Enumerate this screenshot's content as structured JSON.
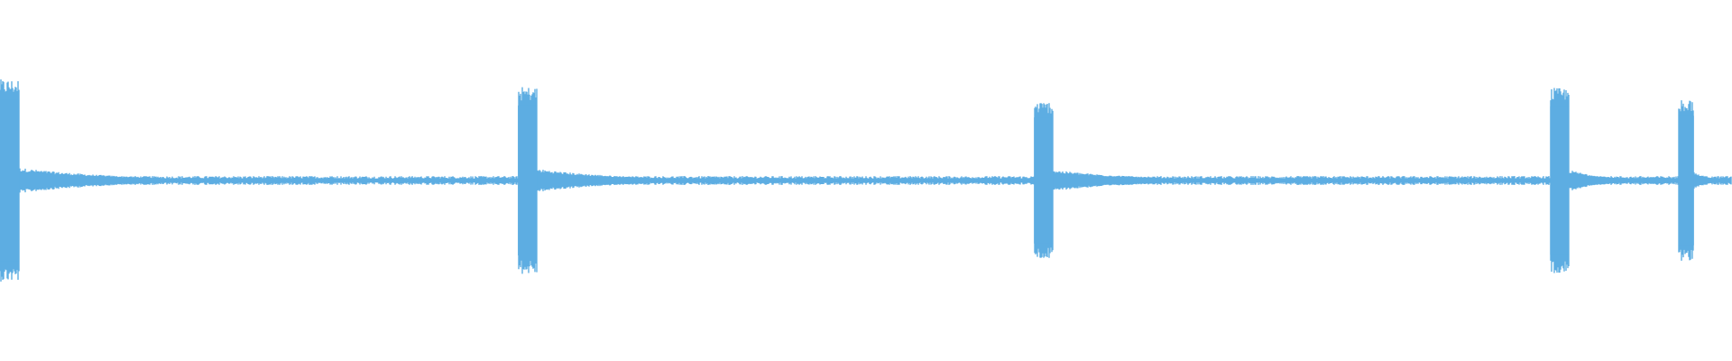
{
  "waveform": {
    "color": "#5dade2",
    "background": "#ffffff",
    "bursts": [
      {
        "start": 0.0,
        "end": 0.011,
        "peak": 0.95,
        "decay_amp": 0.12,
        "decay_len": 0.18
      },
      {
        "start": 0.299,
        "end": 0.31,
        "peak": 0.88,
        "decay_amp": 0.11,
        "decay_len": 0.16
      },
      {
        "start": 0.597,
        "end": 0.608,
        "peak": 0.74,
        "decay_amp": 0.1,
        "decay_len": 0.16
      },
      {
        "start": 0.895,
        "end": 0.906,
        "peak": 0.87,
        "decay_amp": 0.1,
        "decay_len": 0.07
      },
      {
        "start": 0.969,
        "end": 0.978,
        "peak": 0.76,
        "decay_amp": 0.08,
        "decay_len": 0.03
      }
    ],
    "baseline_noise": 0.03
  }
}
